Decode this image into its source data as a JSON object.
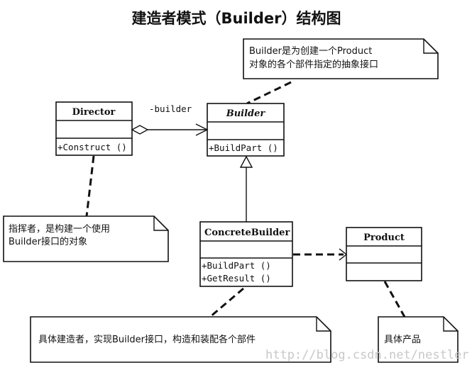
{
  "title": "建造者模式（Builder）结构图",
  "classes": {
    "director": {
      "name": "Director",
      "operations": [
        "+Construct ()"
      ]
    },
    "builder": {
      "name": "Builder",
      "abstract": true,
      "operations": [
        "+BuildPart ()"
      ]
    },
    "concrete_builder": {
      "name": "ConcreteBuilder",
      "operations": [
        "+BuildPart ()",
        "+GetResult ()"
      ]
    },
    "product": {
      "name": "Product",
      "operations": []
    }
  },
  "relations": {
    "aggregation_label": "-builder"
  },
  "notes": {
    "builder_note": [
      "Builder是为创建一个Product",
      "对象的各个部件指定的抽象接口"
    ],
    "director_note": [
      "指挥者，是构建一个使用",
      "Builder接口的对象"
    ],
    "concrete_note": "具体建造者，实现Builder接口，构造和装配各个部件",
    "product_note": "具体产品"
  },
  "watermark": "http://blog.csdn.net/nestler"
}
